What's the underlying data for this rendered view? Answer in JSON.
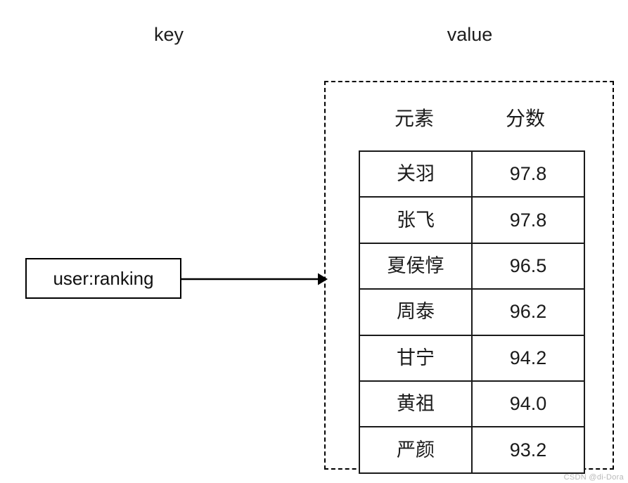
{
  "diagram": {
    "captions": {
      "key": "key",
      "value": "value"
    },
    "key_box": {
      "label": "user:ranking"
    },
    "arrow": {
      "icon": "arrow-right-icon"
    },
    "value_table": {
      "headers": {
        "name": "元素",
        "score": "分数"
      },
      "rows": [
        {
          "name": "关羽",
          "score": "97.8"
        },
        {
          "name": "张飞",
          "score": "97.8"
        },
        {
          "name": "夏侯惇",
          "score": "96.5"
        },
        {
          "name": "周泰",
          "score": "96.2"
        },
        {
          "name": "甘宁",
          "score": "94.2"
        },
        {
          "name": "黄祖",
          "score": "94.0"
        },
        {
          "name": "严颜",
          "score": "93.2"
        }
      ]
    },
    "watermark": "CSDN @di-Dora",
    "colors": {
      "stroke": "#000000",
      "table_border": "#1a1a1a",
      "text": "#1a1a1a",
      "background": "#ffffff",
      "watermark": "#b9b9b9"
    }
  }
}
